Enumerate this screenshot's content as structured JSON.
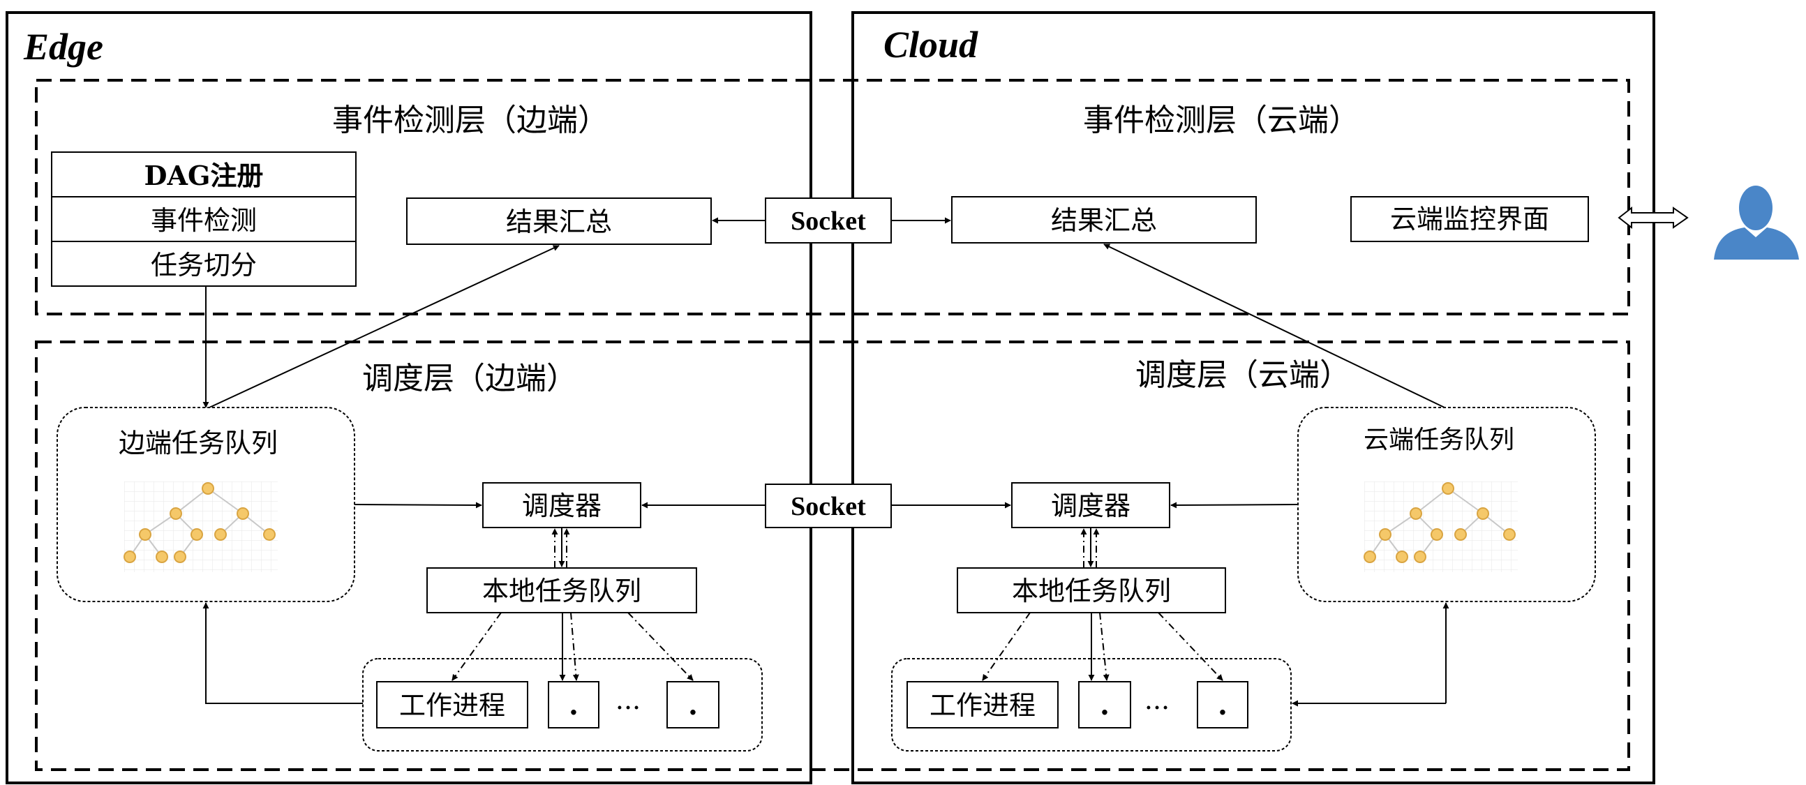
{
  "zones": {
    "edge": "Edge",
    "cloud": "Cloud"
  },
  "layers": {
    "event_edge_title": "事件检测层（边端）",
    "event_cloud_title": "事件检测层（云端）",
    "sched_edge_title": "调度层（边端）",
    "sched_cloud_title": "调度层（云端）"
  },
  "event_edge": {
    "stack": [
      "DAG注册",
      "事件检测",
      "任务切分"
    ],
    "result": "结果汇总"
  },
  "event_cloud": {
    "result": "结果汇总",
    "monitor": "云端监控界面"
  },
  "socket_label": "Socket",
  "sched_edge": {
    "queue_title": "边端任务队列",
    "scheduler": "调度器",
    "local_queue": "本地任务队列",
    "worker": "工作进程",
    "dot": ".",
    "ellipsis": "..."
  },
  "sched_cloud": {
    "queue_title": "云端任务队列",
    "scheduler": "调度器",
    "local_queue": "本地任务队列",
    "worker": "工作进程",
    "dot": ".",
    "ellipsis": "..."
  },
  "colors": {
    "user_icon": "#4a86c8",
    "tree_node": "#f5c869",
    "tree_node_stroke": "#d9a441",
    "grid": "#e4e4e4"
  },
  "icons": [
    "user-icon",
    "double-arrow-icon",
    "tree-icon"
  ]
}
